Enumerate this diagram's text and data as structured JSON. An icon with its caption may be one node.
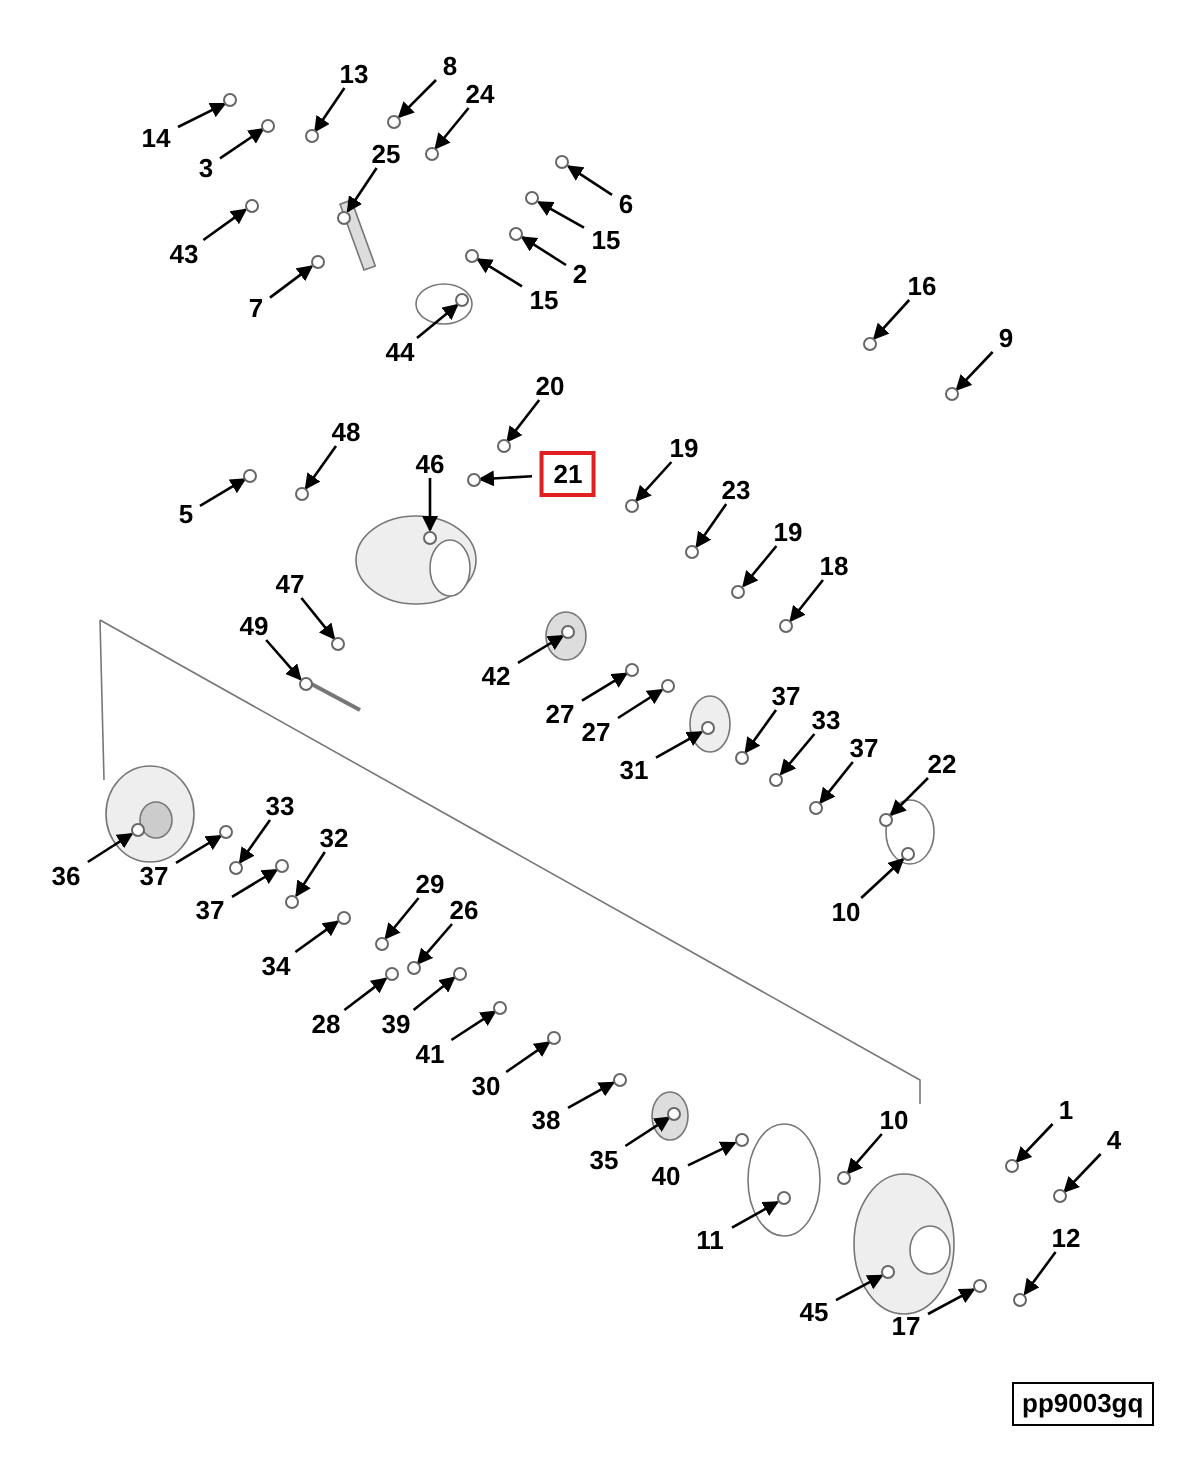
{
  "diagram": {
    "nodes": [
      {
        "text": [
          "13"
        ]
      },
      {
        "text": [
          "8"
        ]
      },
      {
        "text": [
          "24"
        ]
      },
      {
        "text": [
          "14"
        ]
      },
      {
        "text": [
          "3"
        ]
      },
      {
        "text": [
          "25"
        ]
      },
      {
        "text": [
          "6"
        ]
      },
      {
        "text": [
          "15"
        ]
      },
      {
        "text": [
          "43"
        ]
      },
      {
        "text": [
          "2"
        ]
      },
      {
        "text": [
          "15"
        ]
      },
      {
        "text": [
          "7"
        ]
      },
      {
        "text": [
          "16"
        ]
      },
      {
        "text": [
          "9"
        ]
      },
      {
        "text": [
          "44"
        ]
      },
      {
        "text": [
          "20"
        ]
      },
      {
        "text": [
          "48"
        ]
      },
      {
        "text": [
          "19"
        ]
      },
      {
        "text": [
          "46"
        ]
      },
      {
        "text": [
          "21"
        ]
      },
      {
        "text": [
          "23"
        ]
      },
      {
        "text": [
          "5"
        ]
      },
      {
        "text": [
          "19"
        ]
      },
      {
        "text": [
          "18"
        ]
      },
      {
        "text": [
          "47"
        ]
      },
      {
        "text": [
          "49"
        ]
      },
      {
        "text": [
          "42"
        ]
      },
      {
        "text": [
          "37"
        ]
      },
      {
        "text": [
          "27"
        ]
      },
      {
        "text": [
          "33"
        ]
      },
      {
        "text": [
          "27"
        ]
      },
      {
        "text": [
          "37"
        ]
      },
      {
        "text": [
          "22"
        ]
      },
      {
        "text": [
          "31"
        ]
      },
      {
        "text": [
          "33"
        ]
      },
      {
        "text": [
          "32"
        ]
      },
      {
        "text": [
          "36"
        ]
      },
      {
        "text": [
          "37"
        ]
      },
      {
        "text": [
          "29"
        ]
      },
      {
        "text": [
          "37"
        ]
      },
      {
        "text": [
          "26"
        ]
      },
      {
        "text": [
          "10"
        ]
      },
      {
        "text": [
          "34"
        ]
      },
      {
        "text": [
          "28"
        ]
      },
      {
        "text": [
          "39"
        ]
      },
      {
        "text": [
          "41"
        ]
      },
      {
        "text": [
          "30"
        ]
      },
      {
        "text": [
          "1"
        ]
      },
      {
        "text": [
          "10"
        ]
      },
      {
        "text": [
          "38"
        ]
      },
      {
        "text": [
          "4"
        ]
      },
      {
        "text": [
          "35"
        ]
      },
      {
        "text": [
          "40"
        ]
      },
      {
        "text": [
          "11"
        ]
      },
      {
        "text": [
          "12"
        ]
      },
      {
        "text": [
          "45"
        ]
      },
      {
        "text": [
          "17"
        ]
      },
      {
        "text": [],
        "shape": "circle"
      },
      {
        "text": [],
        "shape": "circle"
      },
      {
        "text": [],
        "shape": "circle"
      },
      {
        "text": [],
        "shape": "circle"
      },
      {
        "text": [],
        "shape": "circle"
      },
      {
        "text": [],
        "shape": "circle"
      },
      {
        "text": [],
        "shape": "circle"
      },
      {
        "text": [],
        "shape": "circle"
      },
      {
        "text": [],
        "shape": "circle"
      },
      {
        "text": [],
        "shape": "circle"
      },
      {
        "text": [],
        "shape": "circle"
      },
      {
        "text": [],
        "shape": "circle"
      },
      {
        "text": [],
        "shape": "circle"
      },
      {
        "text": [],
        "shape": "circle"
      },
      {
        "text": [],
        "shape": "circle"
      },
      {
        "text": [],
        "shape": "circle"
      },
      {
        "text": [],
        "shape": "circle"
      },
      {
        "text": [],
        "shape": "circle"
      },
      {
        "text": [],
        "shape": "circle"
      },
      {
        "text": [],
        "shape": "circle"
      },
      {
        "text": [],
        "shape": "circle"
      },
      {
        "text": [],
        "shape": "circle"
      },
      {
        "text": [],
        "shape": "circle"
      },
      {
        "text": [],
        "shape": "circle"
      },
      {
        "text": [],
        "shape": "circle"
      },
      {
        "text": [],
        "shape": "circle"
      },
      {
        "text": [],
        "shape": "circle"
      },
      {
        "text": [],
        "shape": "circle"
      },
      {
        "text": [],
        "shape": "circle"
      },
      {
        "text": [],
        "shape": "circle"
      },
      {
        "text": [],
        "shape": "circle"
      },
      {
        "text": [],
        "shape": "circle"
      },
      {
        "text": [],
        "shape": "circle"
      },
      {
        "text": [],
        "shape": "circle"
      },
      {
        "text": [],
        "shape": "circle"
      },
      {
        "text": [],
        "shape": "circle"
      },
      {
        "text": [],
        "shape": "circle"
      },
      {
        "text": [],
        "shape": "circle"
      },
      {
        "text": [],
        "shape": "circle"
      },
      {
        "text": [],
        "shape": "circle"
      },
      {
        "text": [],
        "shape": "circle"
      },
      {
        "text": [],
        "shape": "circle"
      },
      {
        "text": [],
        "shape": "circle"
      },
      {
        "text": [],
        "shape": "circle"
      },
      {
        "text": [],
        "shape": "circle"
      },
      {
        "text": [],
        "shape": "circle"
      },
      {
        "text": [],
        "shape": "circle"
      },
      {
        "text": [],
        "shape": "circle"
      },
      {
        "text": [],
        "shape": "circle"
      },
      {
        "text": [],
        "shape": "circle"
      },
      {
        "text": [],
        "shape": "circle"
      },
      {
        "text": [],
        "shape": "circle"
      },
      {
        "text": [],
        "shape": "circle"
      },
      {
        "text": [],
        "shape": "circle"
      },
      {
        "text": [],
        "shape": "circle"
      },
      {
        "text": [],
        "shape": "circle"
      },
      {
        "text": [],
        "shape": "circle"
      }
    ],
    "edges": [
      {
        "from": 0,
        "to": 57,
        "arrow": "to"
      },
      {
        "from": 1,
        "to": 58,
        "arrow": "to"
      },
      {
        "from": 2,
        "to": 59,
        "arrow": "to"
      },
      {
        "from": 3,
        "to": 60,
        "arrow": "to"
      },
      {
        "from": 4,
        "to": 61,
        "arrow": "to"
      },
      {
        "from": 5,
        "to": 62,
        "arrow": "to"
      },
      {
        "from": 6,
        "to": 63,
        "arrow": "to"
      },
      {
        "from": 7,
        "to": 64,
        "arrow": "to"
      },
      {
        "from": 8,
        "to": 65,
        "arrow": "to"
      },
      {
        "from": 9,
        "to": 66,
        "arrow": "to"
      },
      {
        "from": 10,
        "to": 67,
        "arrow": "to"
      },
      {
        "from": 11,
        "to": 68,
        "arrow": "to"
      },
      {
        "from": 12,
        "to": 69,
        "arrow": "to"
      },
      {
        "from": 13,
        "to": 70,
        "arrow": "to"
      },
      {
        "from": 14,
        "to": 71,
        "arrow": "to"
      },
      {
        "from": 15,
        "to": 72,
        "arrow": "to"
      },
      {
        "from": 16,
        "to": 73,
        "arrow": "to"
      },
      {
        "from": 17,
        "to": 74,
        "arrow": "to"
      },
      {
        "from": 18,
        "to": 75,
        "arrow": "to"
      },
      {
        "from": 19,
        "to": 76,
        "arrow": "to"
      },
      {
        "from": 20,
        "to": 77,
        "arrow": "to"
      },
      {
        "from": 21,
        "to": 78,
        "arrow": "to"
      },
      {
        "from": 22,
        "to": 79,
        "arrow": "to"
      },
      {
        "from": 23,
        "to": 80,
        "arrow": "to"
      },
      {
        "from": 24,
        "to": 81,
        "arrow": "to"
      },
      {
        "from": 25,
        "to": 82,
        "arrow": "to"
      },
      {
        "from": 26,
        "to": 83,
        "arrow": "to"
      },
      {
        "from": 27,
        "to": 84,
        "arrow": "to"
      },
      {
        "from": 28,
        "to": 85,
        "arrow": "to"
      },
      {
        "from": 29,
        "to": 86,
        "arrow": "to"
      },
      {
        "from": 30,
        "to": 87,
        "arrow": "to"
      },
      {
        "from": 31,
        "to": 88,
        "arrow": "to"
      },
      {
        "from": 32,
        "to": 89,
        "arrow": "to"
      },
      {
        "from": 33,
        "to": 90,
        "arrow": "to"
      },
      {
        "from": 34,
        "to": 91,
        "arrow": "to"
      },
      {
        "from": 35,
        "to": 92,
        "arrow": "to"
      },
      {
        "from": 36,
        "to": 93,
        "arrow": "to"
      },
      {
        "from": 37,
        "to": 94,
        "arrow": "to"
      },
      {
        "from": 38,
        "to": 95,
        "arrow": "to"
      },
      {
        "from": 39,
        "to": 96,
        "arrow": "to"
      },
      {
        "from": 40,
        "to": 97,
        "arrow": "to"
      },
      {
        "from": 41,
        "to": 98,
        "arrow": "to"
      },
      {
        "from": 42,
        "to": 99,
        "arrow": "to"
      },
      {
        "from": 43,
        "to": 100,
        "arrow": "to"
      },
      {
        "from": 44,
        "to": 101,
        "arrow": "to"
      },
      {
        "from": 45,
        "to": 102,
        "arrow": "to"
      },
      {
        "from": 46,
        "to": 103,
        "arrow": "to"
      },
      {
        "from": 47,
        "to": 104,
        "arrow": "to"
      },
      {
        "from": 48,
        "to": 105,
        "arrow": "to"
      },
      {
        "from": 49,
        "to": 106,
        "arrow": "to"
      },
      {
        "from": 50,
        "to": 107,
        "arrow": "to"
      },
      {
        "from": 51,
        "to": 108,
        "arrow": "to"
      },
      {
        "from": 52,
        "to": 109,
        "arrow": "to"
      },
      {
        "from": 53,
        "to": 110,
        "arrow": "to"
      },
      {
        "from": 54,
        "to": 111,
        "arrow": "to"
      },
      {
        "from": 55,
        "to": 112,
        "arrow": "to"
      },
      {
        "from": 56,
        "to": 113,
        "arrow": "to"
      }
    ],
    "labels": [
      "pp9003gq"
    ]
  }
}
